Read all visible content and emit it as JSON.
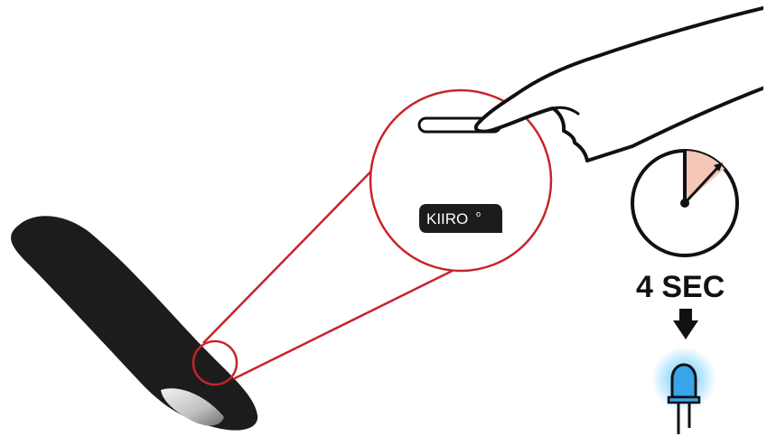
{
  "logo": {
    "text": "KIIRO",
    "superscript": "o"
  },
  "timer": {
    "label": "4 SEC",
    "elapsed_fraction": 0.1
  },
  "led": {
    "state": "on",
    "color": "blue"
  },
  "colors": {
    "device_body": "#1c1c1c",
    "zoom_circle": "#c8232c",
    "timer_wedge": "#f4c7b8",
    "led_body": "#3aa4e8",
    "led_glow": "#5bc4ff",
    "ink": "#111111"
  },
  "icons": {
    "hand": "hand-pointer-icon",
    "timer": "stopwatch-icon",
    "arrow": "arrow-down-icon",
    "led": "led-icon"
  }
}
